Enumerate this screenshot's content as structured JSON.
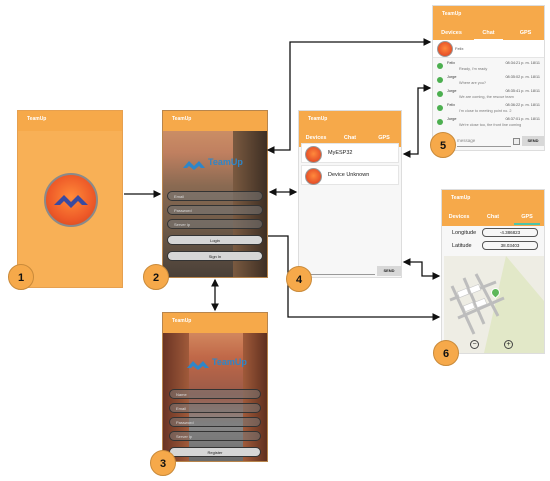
{
  "app_title": "TeamUp",
  "labels": {
    "n1": "1",
    "n2": "2",
    "n3": "3",
    "n4": "4",
    "n5": "5",
    "n6": "6"
  },
  "tabs": {
    "devices": "Devices",
    "chat": "Chat",
    "gps": "GPS"
  },
  "login": {
    "email": "Email",
    "password": "Password",
    "server": "Server ip",
    "login_btn": "Login",
    "signin_btn": "Sign In"
  },
  "register": {
    "f1": "Name",
    "f2": "Email",
    "f3": "Password",
    "f4": "Server ip",
    "register_btn": "Register"
  },
  "logo_text": "TeamUp",
  "devices": [
    "MyESP32",
    "Device Unknown"
  ],
  "send": "SEND",
  "chat": {
    "header_name": "Felix",
    "messages": [
      {
        "name": "Felix",
        "text": "Ready, I'm ready",
        "time": "08:34:21 p. m.  18/11"
      },
      {
        "name": "Jorge",
        "text": "Where are you?",
        "time": "08:35:02 p. m.  18/11"
      },
      {
        "name": "Jorge",
        "text": "We are coming, the rescue team",
        "time": "08:35:41 p. m.  18/11"
      },
      {
        "name": "Felix",
        "text": "I'm close to meeting point no. 2",
        "time": "08:36:22 p. m.  18/11"
      },
      {
        "name": "Jorge",
        "text": "We're close too, the front line coming",
        "time": "08:37:01 p. m.  18/11"
      }
    ],
    "placeholder": "message"
  },
  "gps": {
    "longitude_label": "Longitude",
    "longitude_value": "-4.386823",
    "latitude_label": "Latitude",
    "latitude_value": "38.03403"
  },
  "colors": {
    "primary": "#f6a94a",
    "accent": "#4cc4a8"
  }
}
